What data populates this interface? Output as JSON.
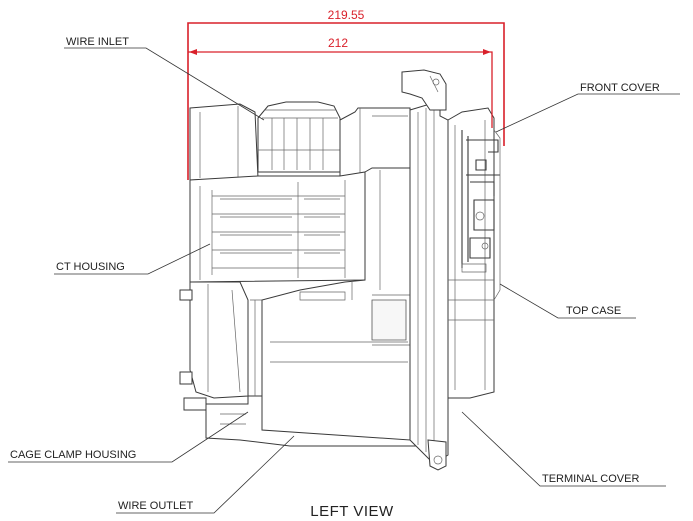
{
  "view_title": "LEFT VIEW",
  "dimensions": {
    "outer": "219.55",
    "inner": "212",
    "color": "#d9202a"
  },
  "callouts": {
    "wire_inlet": "WIRE INLET",
    "front_cover": "FRONT COVER",
    "ct_housing": "CT HOUSING",
    "top_case": "TOP CASE",
    "cage_clamp_housing": "CAGE CLAMP HOUSING",
    "terminal_cover": "TERMINAL COVER",
    "wire_outlet": "WIRE OUTLET"
  }
}
